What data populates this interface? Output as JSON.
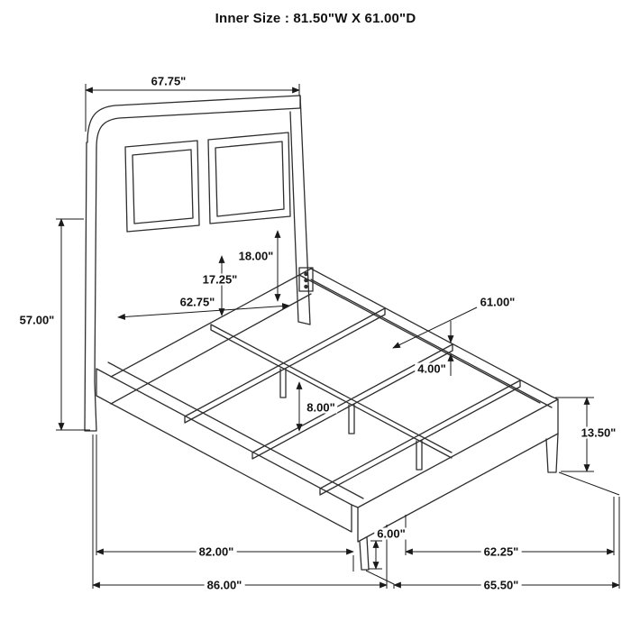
{
  "title": "Inner Size : 81.50\"W X 61.00\"D",
  "diagram": {
    "subject": "bed frame dimension drawing",
    "colors": {
      "line": "#2e2e2e",
      "dimension": "#1a1a1a",
      "text": "#111111",
      "background": "#ffffff"
    },
    "dimensions": {
      "headboard_width": "67.75\"",
      "headboard_height": "57.00\"",
      "upper_panel_height": "18.00\"",
      "lower_panel_height": "17.25\"",
      "headboard_inner_width": "62.75\"",
      "inner_depth": "61.00\"",
      "rail_width": "4.00\"",
      "slat_leg_height": "8.00\"",
      "footboard_height": "13.50\"",
      "footboard_leg_height": "6.00\"",
      "inner_length": "82.00\"",
      "footboard_floor_width": "62.25\"",
      "overall_length": "86.00\"",
      "overall_width": "65.50\""
    }
  }
}
